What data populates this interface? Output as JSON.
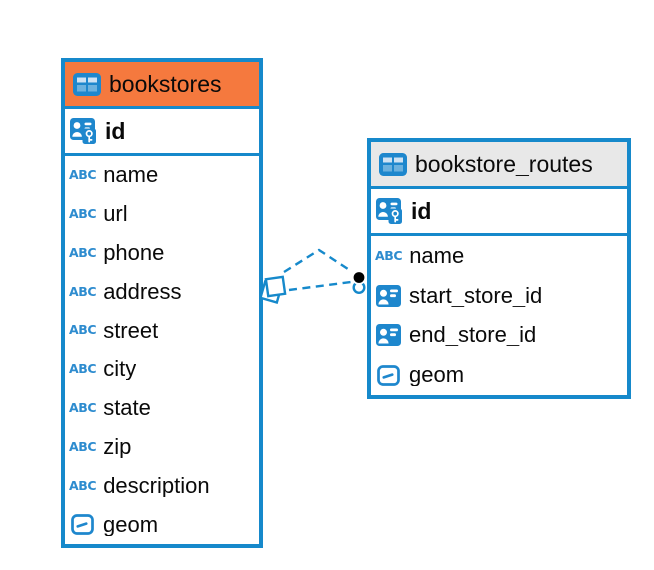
{
  "diagram": {
    "type": "entity-relationship",
    "background": "#FFFFFF"
  },
  "colors": {
    "accent_blue": "#1689CB",
    "bookstores_header_orange": "#F5793E",
    "routes_header_gray": "#E8E8E8",
    "text": "#0A0A0A",
    "relationship_dot": "#000000"
  },
  "icons": {
    "text_type_glyph": "ABC"
  },
  "tables": [
    {
      "title": "bookstores",
      "header_style": "orange",
      "primary_key": {
        "name": "id",
        "type": "primary-key"
      },
      "columns": [
        {
          "name": "name",
          "type": "text"
        },
        {
          "name": "url",
          "type": "text"
        },
        {
          "name": "phone",
          "type": "text"
        },
        {
          "name": "address",
          "type": "text"
        },
        {
          "name": "street",
          "type": "text"
        },
        {
          "name": "city",
          "type": "text"
        },
        {
          "name": "state",
          "type": "text"
        },
        {
          "name": "zip",
          "type": "text"
        },
        {
          "name": "description",
          "type": "text"
        },
        {
          "name": "geom",
          "type": "geometry"
        }
      ]
    },
    {
      "title": "bookstore_routes",
      "header_style": "gray",
      "primary_key": {
        "name": "id",
        "type": "primary-key"
      },
      "columns": [
        {
          "name": "name",
          "type": "text"
        },
        {
          "name": "start_store_id",
          "type": "foreign-key"
        },
        {
          "name": "end_store_id",
          "type": "foreign-key"
        },
        {
          "name": "geom",
          "type": "geometry"
        }
      ]
    }
  ],
  "relationship": {
    "from_table": "bookstores",
    "to_table": "bookstore_routes",
    "line_style": "dashed",
    "source_marker": "double-square",
    "target_marker": "filled-dot-with-ring"
  }
}
